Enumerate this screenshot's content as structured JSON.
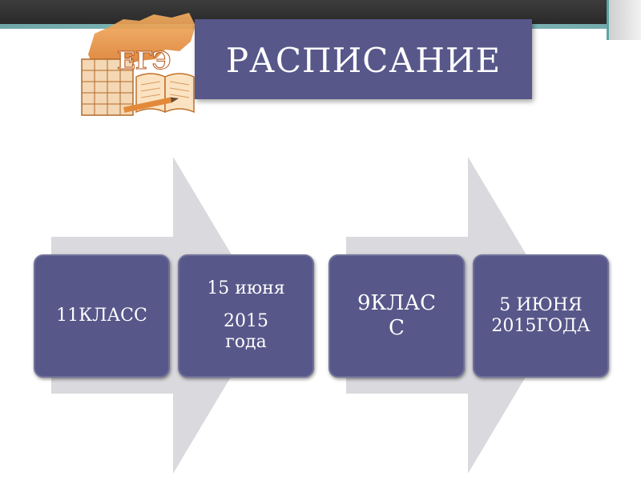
{
  "title": "РАСПИСАНИЕ",
  "logo": {
    "letters": "ЕГЭ"
  },
  "cards": [
    {
      "lines": [
        "11КЛАСС"
      ]
    },
    {
      "lines": [
        "15 июня",
        "2015",
        "года"
      ]
    },
    {
      "lines": [
        "9КЛАС",
        "С"
      ]
    },
    {
      "lines": [
        "5 ИЮНЯ",
        "2015ГОДА"
      ]
    }
  ],
  "colors": {
    "box": "#57578a",
    "arrow": "#d9d9de",
    "accent": "#6fa7a9"
  }
}
